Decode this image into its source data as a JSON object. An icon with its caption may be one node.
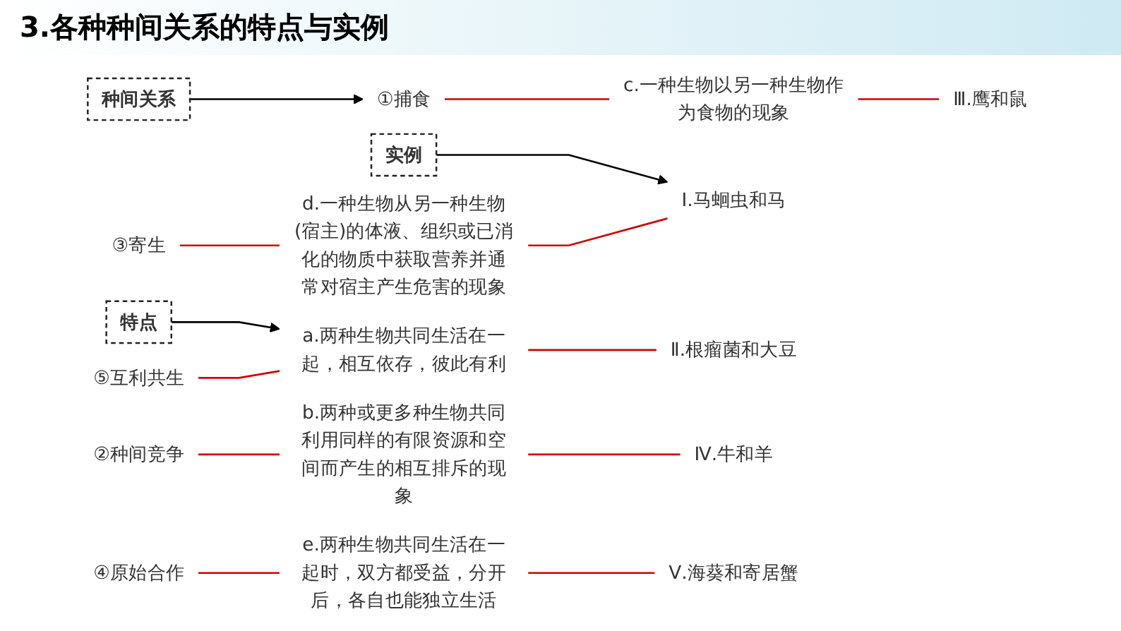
{
  "diagram": {
    "title": "3.各种种间关系的特点与实例",
    "nodes": [
      {
        "text": [
          "种间关系"
        ]
      },
      {
        "text": [
          "特点"
        ]
      },
      {
        "text": [
          "实例"
        ]
      },
      {
        "text": [
          "①捕食"
        ]
      },
      {
        "text": [
          "②种间竞争"
        ]
      },
      {
        "text": [
          "③寄生"
        ]
      },
      {
        "text": [
          "④原始合作"
        ]
      },
      {
        "text": [
          "⑤互利共生"
        ]
      },
      {
        "text": [
          "a.两种生物共同生活在一起，相互依存，彼此有利"
        ]
      },
      {
        "text": [
          "b.两种或更多种生物共同利用同样的有限资源和空间而产生的相互排斥的现象"
        ]
      },
      {
        "text": [
          "c.一种生物以另一种生物作为食物的现象"
        ]
      },
      {
        "text": [
          "d.一种生物从另一种生物(宿主)的体液、组织或已消化的物质中获取营养并通常对宿主产生危害的现象"
        ]
      },
      {
        "text": [
          "e.两种生物共同生活在一起时，双方都受益，分开后，各自也能独立生活"
        ]
      },
      {
        "text": [
          "Ⅰ.马蛔虫和马"
        ]
      },
      {
        "text": [
          "Ⅱ.根瘤菌和大豆"
        ]
      },
      {
        "text": [
          "Ⅲ.鹰和鼠"
        ]
      },
      {
        "text": [
          "Ⅳ.牛和羊"
        ]
      },
      {
        "text": [
          "Ⅴ.海葵和寄居蟹"
        ]
      }
    ],
    "edges": [
      {
        "from": 0,
        "to": 3,
        "arrow": "to",
        "color": "#000000"
      },
      {
        "from": 1,
        "to": 8,
        "arrow": "to",
        "color": "#000000"
      },
      {
        "from": 2,
        "to": 13,
        "arrow": "to",
        "color": "#000000"
      },
      {
        "from": 3,
        "to": 10,
        "arrow": "none"
      },
      {
        "from": 4,
        "to": 9,
        "arrow": "none"
      },
      {
        "from": 5,
        "to": 11,
        "arrow": "none"
      },
      {
        "from": 6,
        "to": 12,
        "arrow": "none"
      },
      {
        "from": 7,
        "to": 8,
        "arrow": "none"
      },
      {
        "from": 8,
        "to": 14,
        "arrow": "none"
      },
      {
        "from": 9,
        "to": 16,
        "arrow": "none"
      },
      {
        "from": 10,
        "to": 15,
        "arrow": "none"
      },
      {
        "from": 11,
        "to": 13,
        "arrow": "none"
      },
      {
        "from": 12,
        "to": 17,
        "arrow": "none"
      }
    ]
  }
}
